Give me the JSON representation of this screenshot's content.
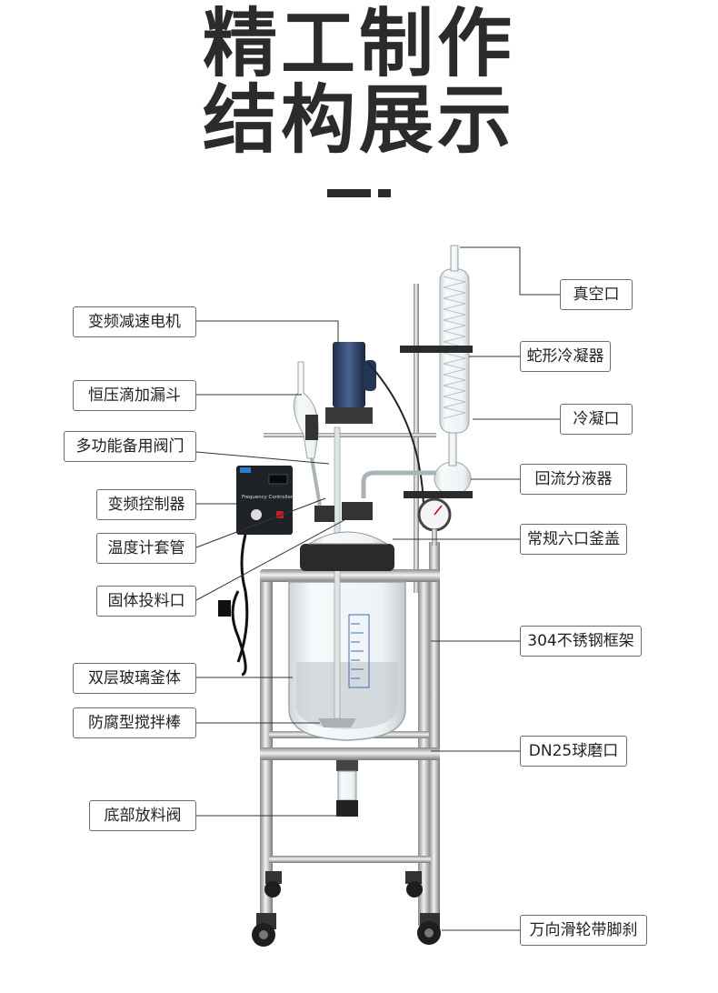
{
  "title": {
    "line1": "精工制作",
    "line2": "结构展示"
  },
  "labels_left": [
    {
      "id": "motor",
      "text": "变频减速电机"
    },
    {
      "id": "funnel",
      "text": "恒压滴加漏斗"
    },
    {
      "id": "valve",
      "text": "多功能备用阀门"
    },
    {
      "id": "controller",
      "text": "变频控制器"
    },
    {
      "id": "thermo",
      "text": "温度计套管"
    },
    {
      "id": "feed",
      "text": "固体投料口"
    },
    {
      "id": "vessel",
      "text": "双层玻璃釜体"
    },
    {
      "id": "stirrer",
      "text": "防腐型搅拌棒"
    },
    {
      "id": "drain",
      "text": "底部放料阀"
    }
  ],
  "labels_right": [
    {
      "id": "vacuum",
      "text": "真空口"
    },
    {
      "id": "condenser",
      "text": "蛇形冷凝器"
    },
    {
      "id": "coolport",
      "text": "冷凝口"
    },
    {
      "id": "reflux",
      "text": "回流分液器"
    },
    {
      "id": "lid",
      "text": "常规六口釜盖"
    },
    {
      "id": "frame",
      "text": "304不锈钢框架"
    },
    {
      "id": "dn25",
      "text": "DN25球磨口"
    },
    {
      "id": "caster",
      "text": "万向滑轮带脚刹"
    }
  ],
  "controller_panel": {
    "caption": "Frequency Controller"
  }
}
